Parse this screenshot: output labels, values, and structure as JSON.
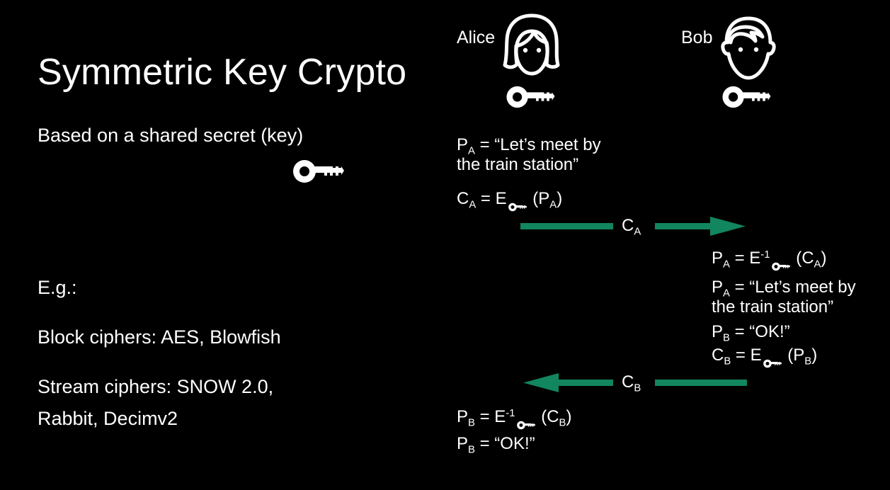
{
  "slide": {
    "background_color": "#000000",
    "text_color": "#ffffff",
    "accent_color": "#12865E",
    "title": "Symmetric Key Crypto"
  },
  "left": {
    "subtitle": "Based on a shared secret (key)",
    "eg_label": "E.g.:",
    "block_ciphers": "Block ciphers: AES, Blowfish",
    "stream_ciphers_line1": "Stream ciphers: SNOW 2.0,",
    "stream_ciphers_line2": "Rabbit, Decimv2",
    "key_icon": "key-icon"
  },
  "people": {
    "alice": {
      "label": "Alice",
      "avatar_icon": "female-face-icon",
      "key_icon": "key-icon"
    },
    "bob": {
      "label": "Bob",
      "avatar_icon": "male-face-icon",
      "key_icon": "key-icon"
    }
  },
  "equations": {
    "alice_plaintext_line1_prefix": "P",
    "alice_plaintext_line1_sub": "A",
    "alice_plaintext_line1_rest": " = “Let’s meet by",
    "alice_plaintext_line2": "the train station”",
    "alice_encrypt_c": "C",
    "alice_encrypt_c_sub": "A",
    "alice_encrypt_mid": " = E",
    "alice_encrypt_tail_open": " (P",
    "alice_encrypt_tail_sub": "A",
    "alice_encrypt_tail_close": ")",
    "bob_decrypt_p": "P",
    "bob_decrypt_p_sub": "A",
    "bob_decrypt_mid": " = E",
    "bob_decrypt_sup": "-1",
    "bob_decrypt_tail_open": " (C",
    "bob_decrypt_tail_sub": "A",
    "bob_decrypt_tail_close": ")",
    "bob_plain_a_prefix": "P",
    "bob_plain_a_sub": "A",
    "bob_plain_a_rest": " = “Let’s meet by",
    "bob_plain_a_line2": "the train station”",
    "bob_plain_b_prefix": "P",
    "bob_plain_b_sub": "B",
    "bob_plain_b_rest": " = “OK!”",
    "bob_encrypt_c": "C",
    "bob_encrypt_c_sub": "B",
    "bob_encrypt_mid": " = E",
    "bob_encrypt_tail_open": " (P",
    "bob_encrypt_tail_sub": "B",
    "bob_encrypt_tail_close": ")",
    "alice_decrypt_p": "P",
    "alice_decrypt_p_sub": "B",
    "alice_decrypt_mid": " = E",
    "alice_decrypt_sup": "-1",
    "alice_decrypt_tail_open": " (C",
    "alice_decrypt_tail_sub": "B",
    "alice_decrypt_tail_close": ")",
    "alice_final_prefix": "P",
    "alice_final_sub": "B",
    "alice_final_rest": " = “OK!”"
  },
  "arrows": {
    "top": {
      "label_main": "C",
      "label_sub": "A",
      "direction": "right",
      "color": "#12865E"
    },
    "bottom": {
      "label_main": "C",
      "label_sub": "B",
      "direction": "left",
      "color": "#12865E"
    }
  }
}
